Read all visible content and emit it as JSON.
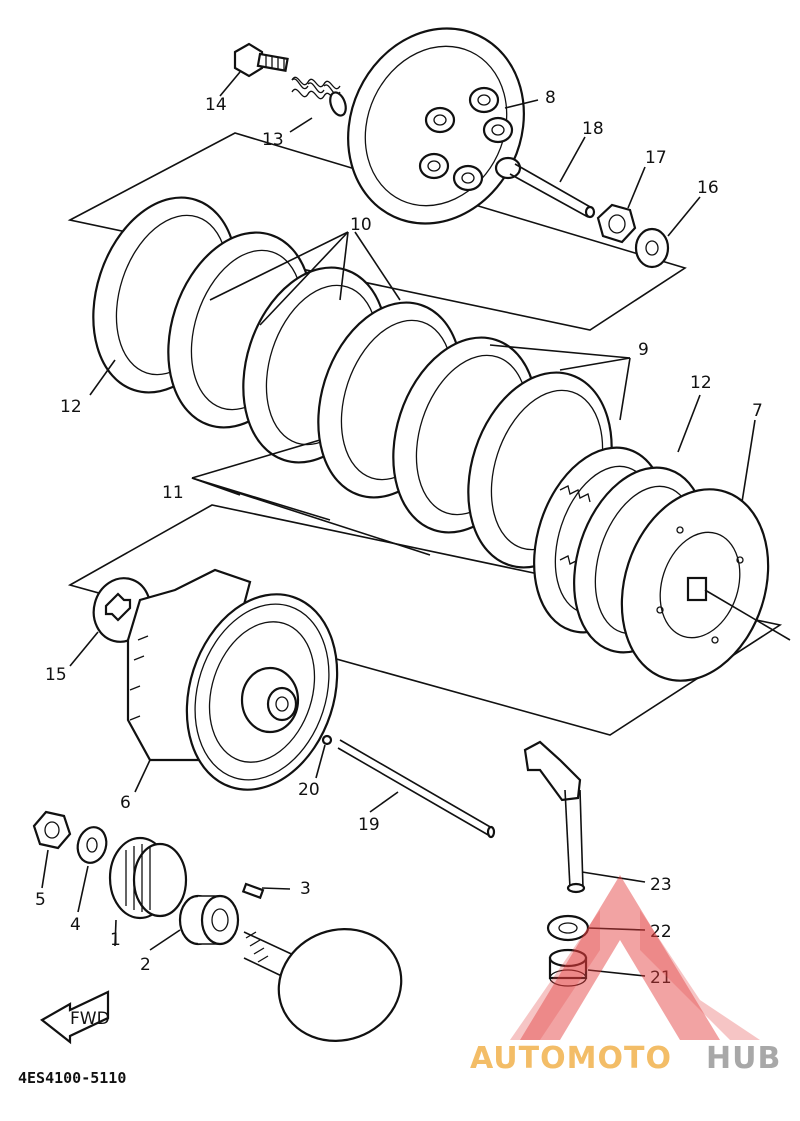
{
  "diagram": {
    "part_numbers": {
      "p1": "1",
      "p2": "2",
      "p3": "3",
      "p4": "4",
      "p5": "5",
      "p6": "6",
      "p7": "7",
      "p8": "8",
      "p9": "9",
      "p10": "10",
      "p11": "11",
      "p12a": "12",
      "p12b": "12",
      "p13": "13",
      "p14": "14",
      "p15": "15",
      "p16": "16",
      "p17": "17",
      "p18": "18",
      "p19": "19",
      "p20": "20",
      "p21": "21",
      "p22": "22",
      "p23": "23"
    },
    "fwd_label": "FWD",
    "diagram_code": "4ES4100-5110"
  },
  "watermark": {
    "brand_part1": "AUTOMOTO",
    "brand_part2": "HUB",
    "accent_color": "#e23b3b",
    "text_color_1": "#f2b24d",
    "text_color_2": "#9a9a9a"
  }
}
